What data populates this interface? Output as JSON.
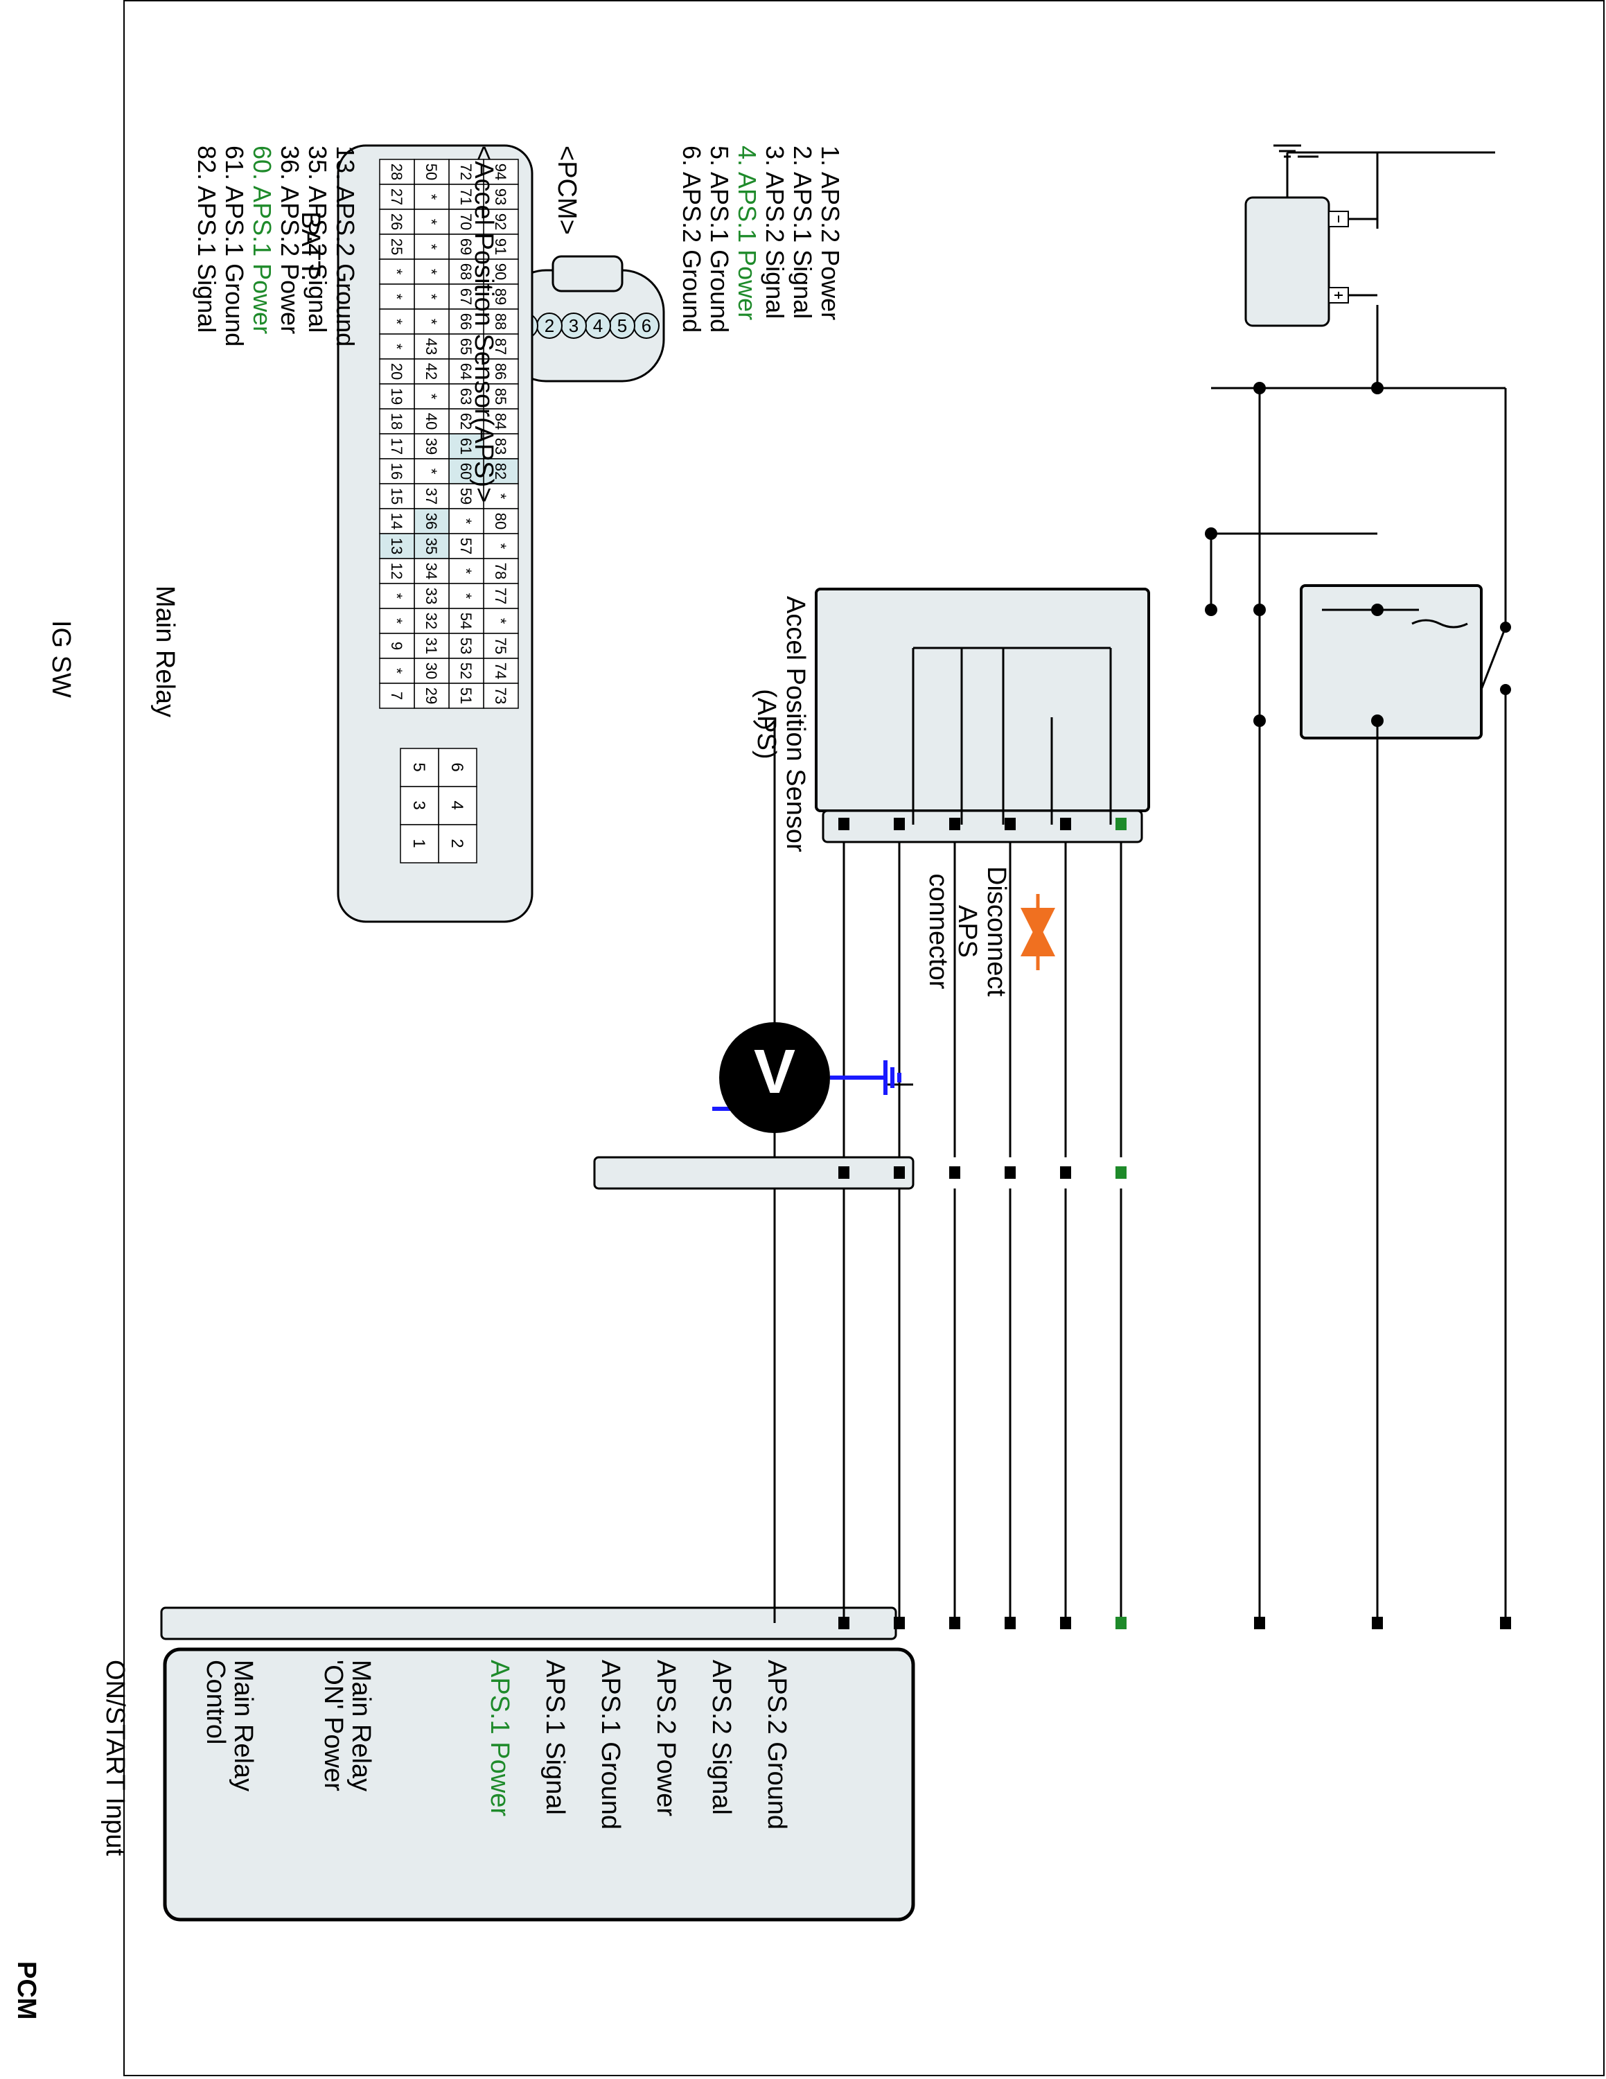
{
  "pcm": {
    "title": "PCM",
    "pins": [
      {
        "label": "ON/START Input",
        "color": "#000000"
      },
      {
        "label": "Main Relay\nControl",
        "color": "#000000"
      },
      {
        "label": "Main Relay\n'ON' Power",
        "color": "#000000"
      },
      {
        "label": "APS.1 Power",
        "color": "#1e8a2a"
      },
      {
        "label": "APS.1 Signal",
        "color": "#000000"
      },
      {
        "label": "APS.1 Ground",
        "color": "#000000"
      },
      {
        "label": "APS.2 Power",
        "color": "#000000"
      },
      {
        "label": "APS.2 Signal",
        "color": "#000000"
      },
      {
        "label": "APS.2 Ground",
        "color": "#000000"
      }
    ]
  },
  "power": {
    "ig_sw_label": "IG SW",
    "main_relay_label": "Main Relay",
    "battery_label": "BATT."
  },
  "sensor": {
    "label": "Accel Position Sensor\n(APS)"
  },
  "disconnect_label": "Disconnect\nAPS\nconnector",
  "voltmeter_label": "V",
  "aps_connector": {
    "title": "<Accel Position Sensor(APS)>",
    "pin_numbers": [
      "6",
      "5",
      "4",
      "3",
      "2",
      "1"
    ],
    "pin_list": [
      {
        "text": "1. APS.2 Power",
        "highlight": false
      },
      {
        "text": "2. APS.1 Signal",
        "highlight": false
      },
      {
        "text": "3. APS.2 Signal",
        "highlight": false
      },
      {
        "text": "4. APS.1 Power",
        "highlight": true
      },
      {
        "text": "5. APS.1 Ground",
        "highlight": false
      },
      {
        "text": "6. APS.2 Ground",
        "highlight": false
      }
    ]
  },
  "pcm_connector": {
    "title": "<PCM>",
    "rows": [
      [
        "94",
        "93",
        "92",
        "91",
        "90",
        "89",
        "88",
        "87",
        "86",
        "85",
        "84",
        "83",
        "82",
        "*",
        "80",
        "*",
        "78",
        "77",
        "*",
        "75",
        "74",
        "73"
      ],
      [
        "72",
        "71",
        "70",
        "69",
        "68",
        "67",
        "66",
        "65",
        "64",
        "63",
        "62",
        "61",
        "60",
        "59",
        "*",
        "57",
        "*",
        "*",
        "54",
        "53",
        "52",
        "51"
      ],
      [
        "50",
        "*",
        "*",
        "*",
        "*",
        "*",
        "*",
        "43",
        "42",
        "*",
        "40",
        "39",
        "*",
        "37",
        "36",
        "35",
        "34",
        "33",
        "32",
        "31",
        "30",
        "29"
      ],
      [
        "28",
        "27",
        "26",
        "25",
        "*",
        "*",
        "*",
        "*",
        "20",
        "19",
        "18",
        "17",
        "16",
        "15",
        "14",
        "13",
        "12",
        "*",
        "*",
        "9",
        "*",
        "7"
      ]
    ],
    "highlight_pins": [
      "82",
      "61",
      "60",
      "36",
      "35",
      "13"
    ],
    "small_block": [
      [
        "6",
        "5"
      ],
      [
        "4",
        "3"
      ],
      [
        "2",
        "1"
      ]
    ],
    "pin_list": [
      {
        "text": "13. APS.2 Ground",
        "highlight": false
      },
      {
        "text": "35. APS.2 Signal",
        "highlight": false
      },
      {
        "text": "36. APS.2 Power",
        "highlight": false
      },
      {
        "text": "60. APS.1 Power",
        "highlight": true
      },
      {
        "text": "61. APS.1 Ground",
        "highlight": false
      },
      {
        "text": "82. APS.1 Signal",
        "highlight": false
      }
    ]
  },
  "colors": {
    "highlight_text": "#1e8a2a",
    "pin_fill": "#d5e9ec",
    "connector_fill": "#e6ecee",
    "meter_wire": "#1a1aff",
    "disconnect_arrow": "#f07020",
    "wire": "#000000"
  }
}
